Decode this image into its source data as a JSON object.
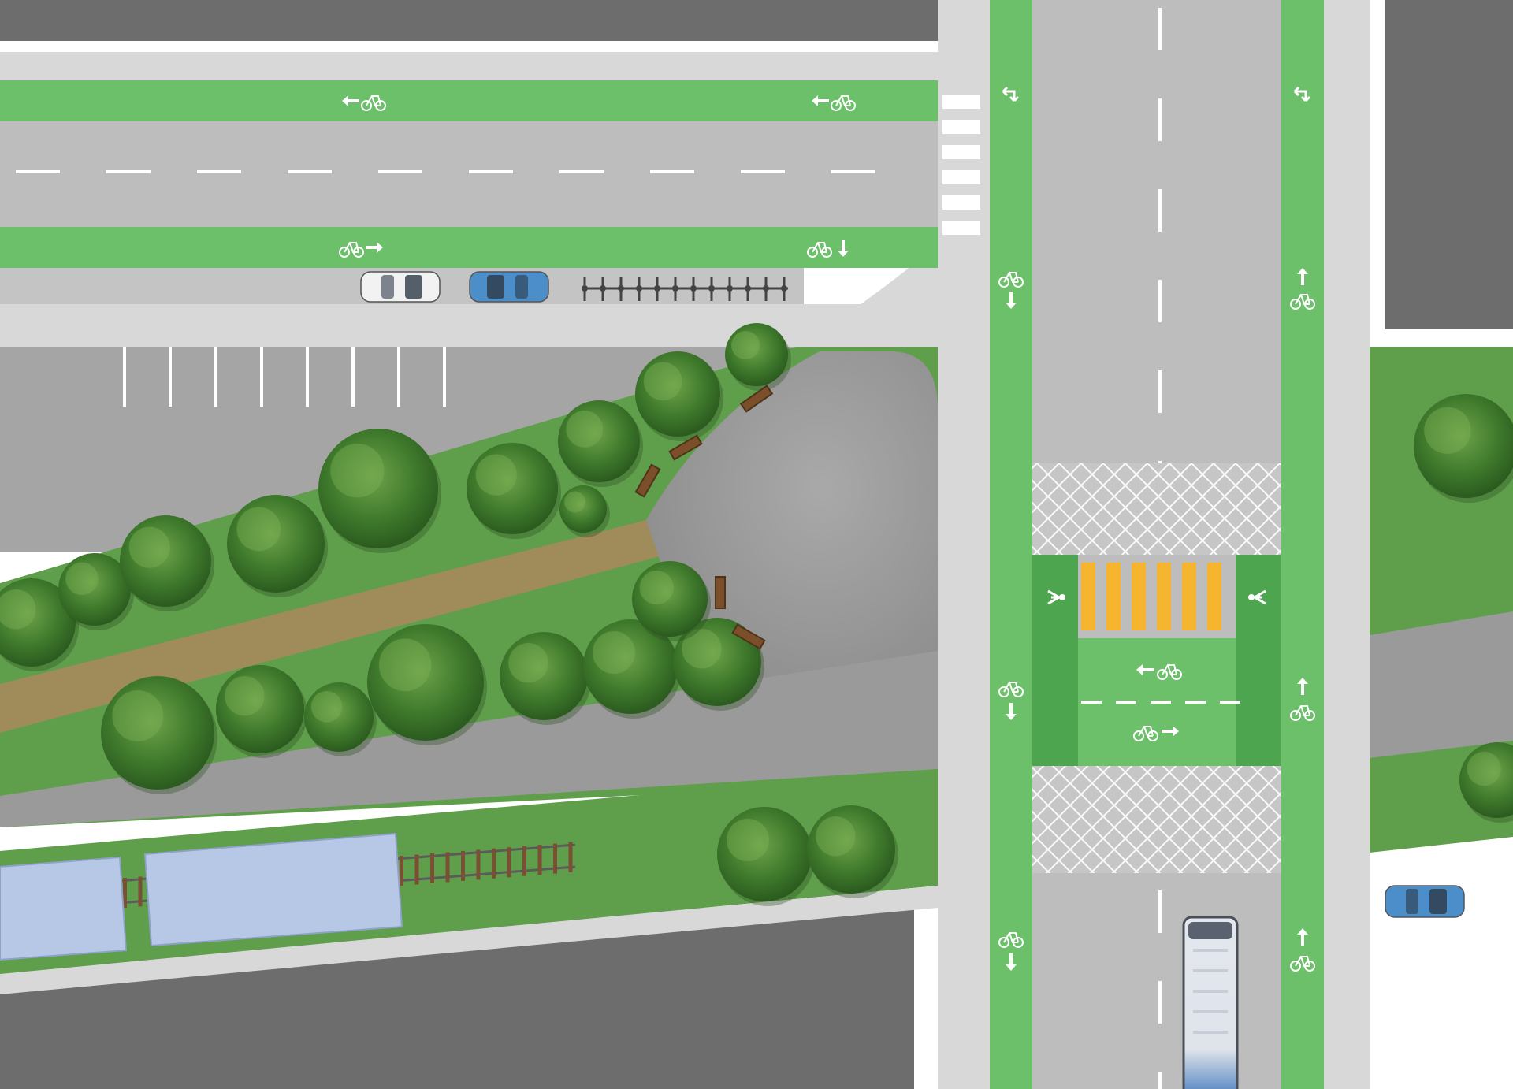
{
  "diagram": {
    "kind": "protected-bike-lane-intersection-plan",
    "colors": {
      "bike_lane": "#6cc06a",
      "bike_lane_dark": "#4ea54f",
      "road": "#bdbdbd",
      "sidewalk": "#d8d8d8",
      "roof": "#6d6d6d",
      "grass": "#5f9e4a",
      "plaza": "#9b9b9b",
      "dirt_path": "#a08b5a",
      "crosswalk": "#f6b52f",
      "marking": "#ffffff",
      "shelter": "#b7c7e6",
      "rail_tie": "#7a4f33"
    },
    "icons": {
      "bike": "bicycle-icon",
      "pedestrian": "pedestrian-icon",
      "arrow_left": "arrow-left-icon",
      "arrow_right": "arrow-right-icon",
      "arrow_up": "arrow-up-icon",
      "arrow_down": "arrow-down-icon",
      "turn": "turn-arrow-icon"
    },
    "vehicles": [
      {
        "name": "white-car",
        "color": "#f2f2f2"
      },
      {
        "name": "blue-car",
        "color": "#4c8ec9"
      },
      {
        "name": "blue-car-right",
        "color": "#4c8ec9"
      },
      {
        "name": "bus",
        "color": "#dfe3ea"
      }
    ]
  }
}
